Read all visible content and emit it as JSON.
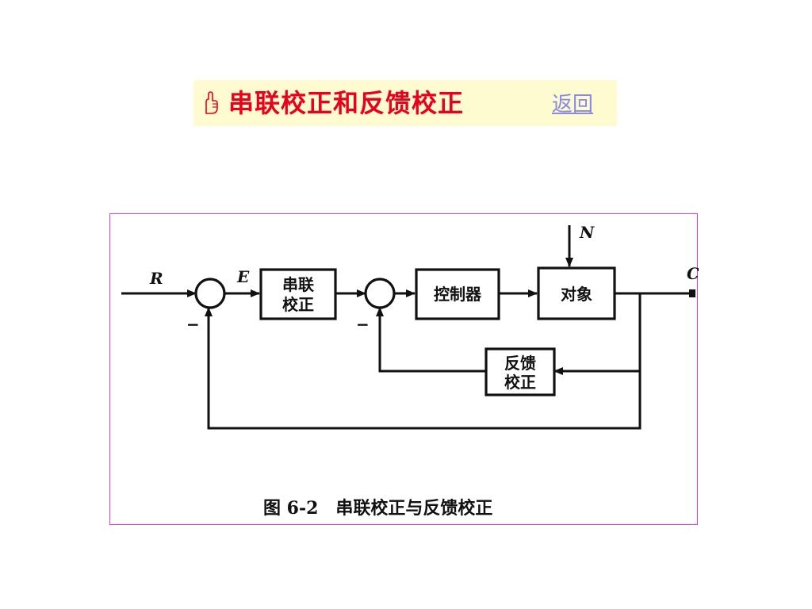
{
  "slide": {
    "title": "串联校正和反馈校正",
    "back_link": "返回"
  },
  "diagram": {
    "signals": {
      "input": "R",
      "error": "E",
      "disturbance": "N",
      "output": "C",
      "minus_outer": "−",
      "minus_inner": "−"
    },
    "blocks": {
      "series_line1": "串联",
      "series_line2": "校正",
      "controller": "控制器",
      "plant": "对象",
      "feedback_line1": "反馈",
      "feedback_line2": "校正"
    },
    "caption": "图 6-2　串联校正与反馈校正"
  },
  "icons": {
    "pointer": "pointing-hand-icon"
  },
  "colors": {
    "title": "#e8001c",
    "title_background": "#fdfbcf",
    "link": "#8a8ae6",
    "frame_border": "#e040e0"
  }
}
